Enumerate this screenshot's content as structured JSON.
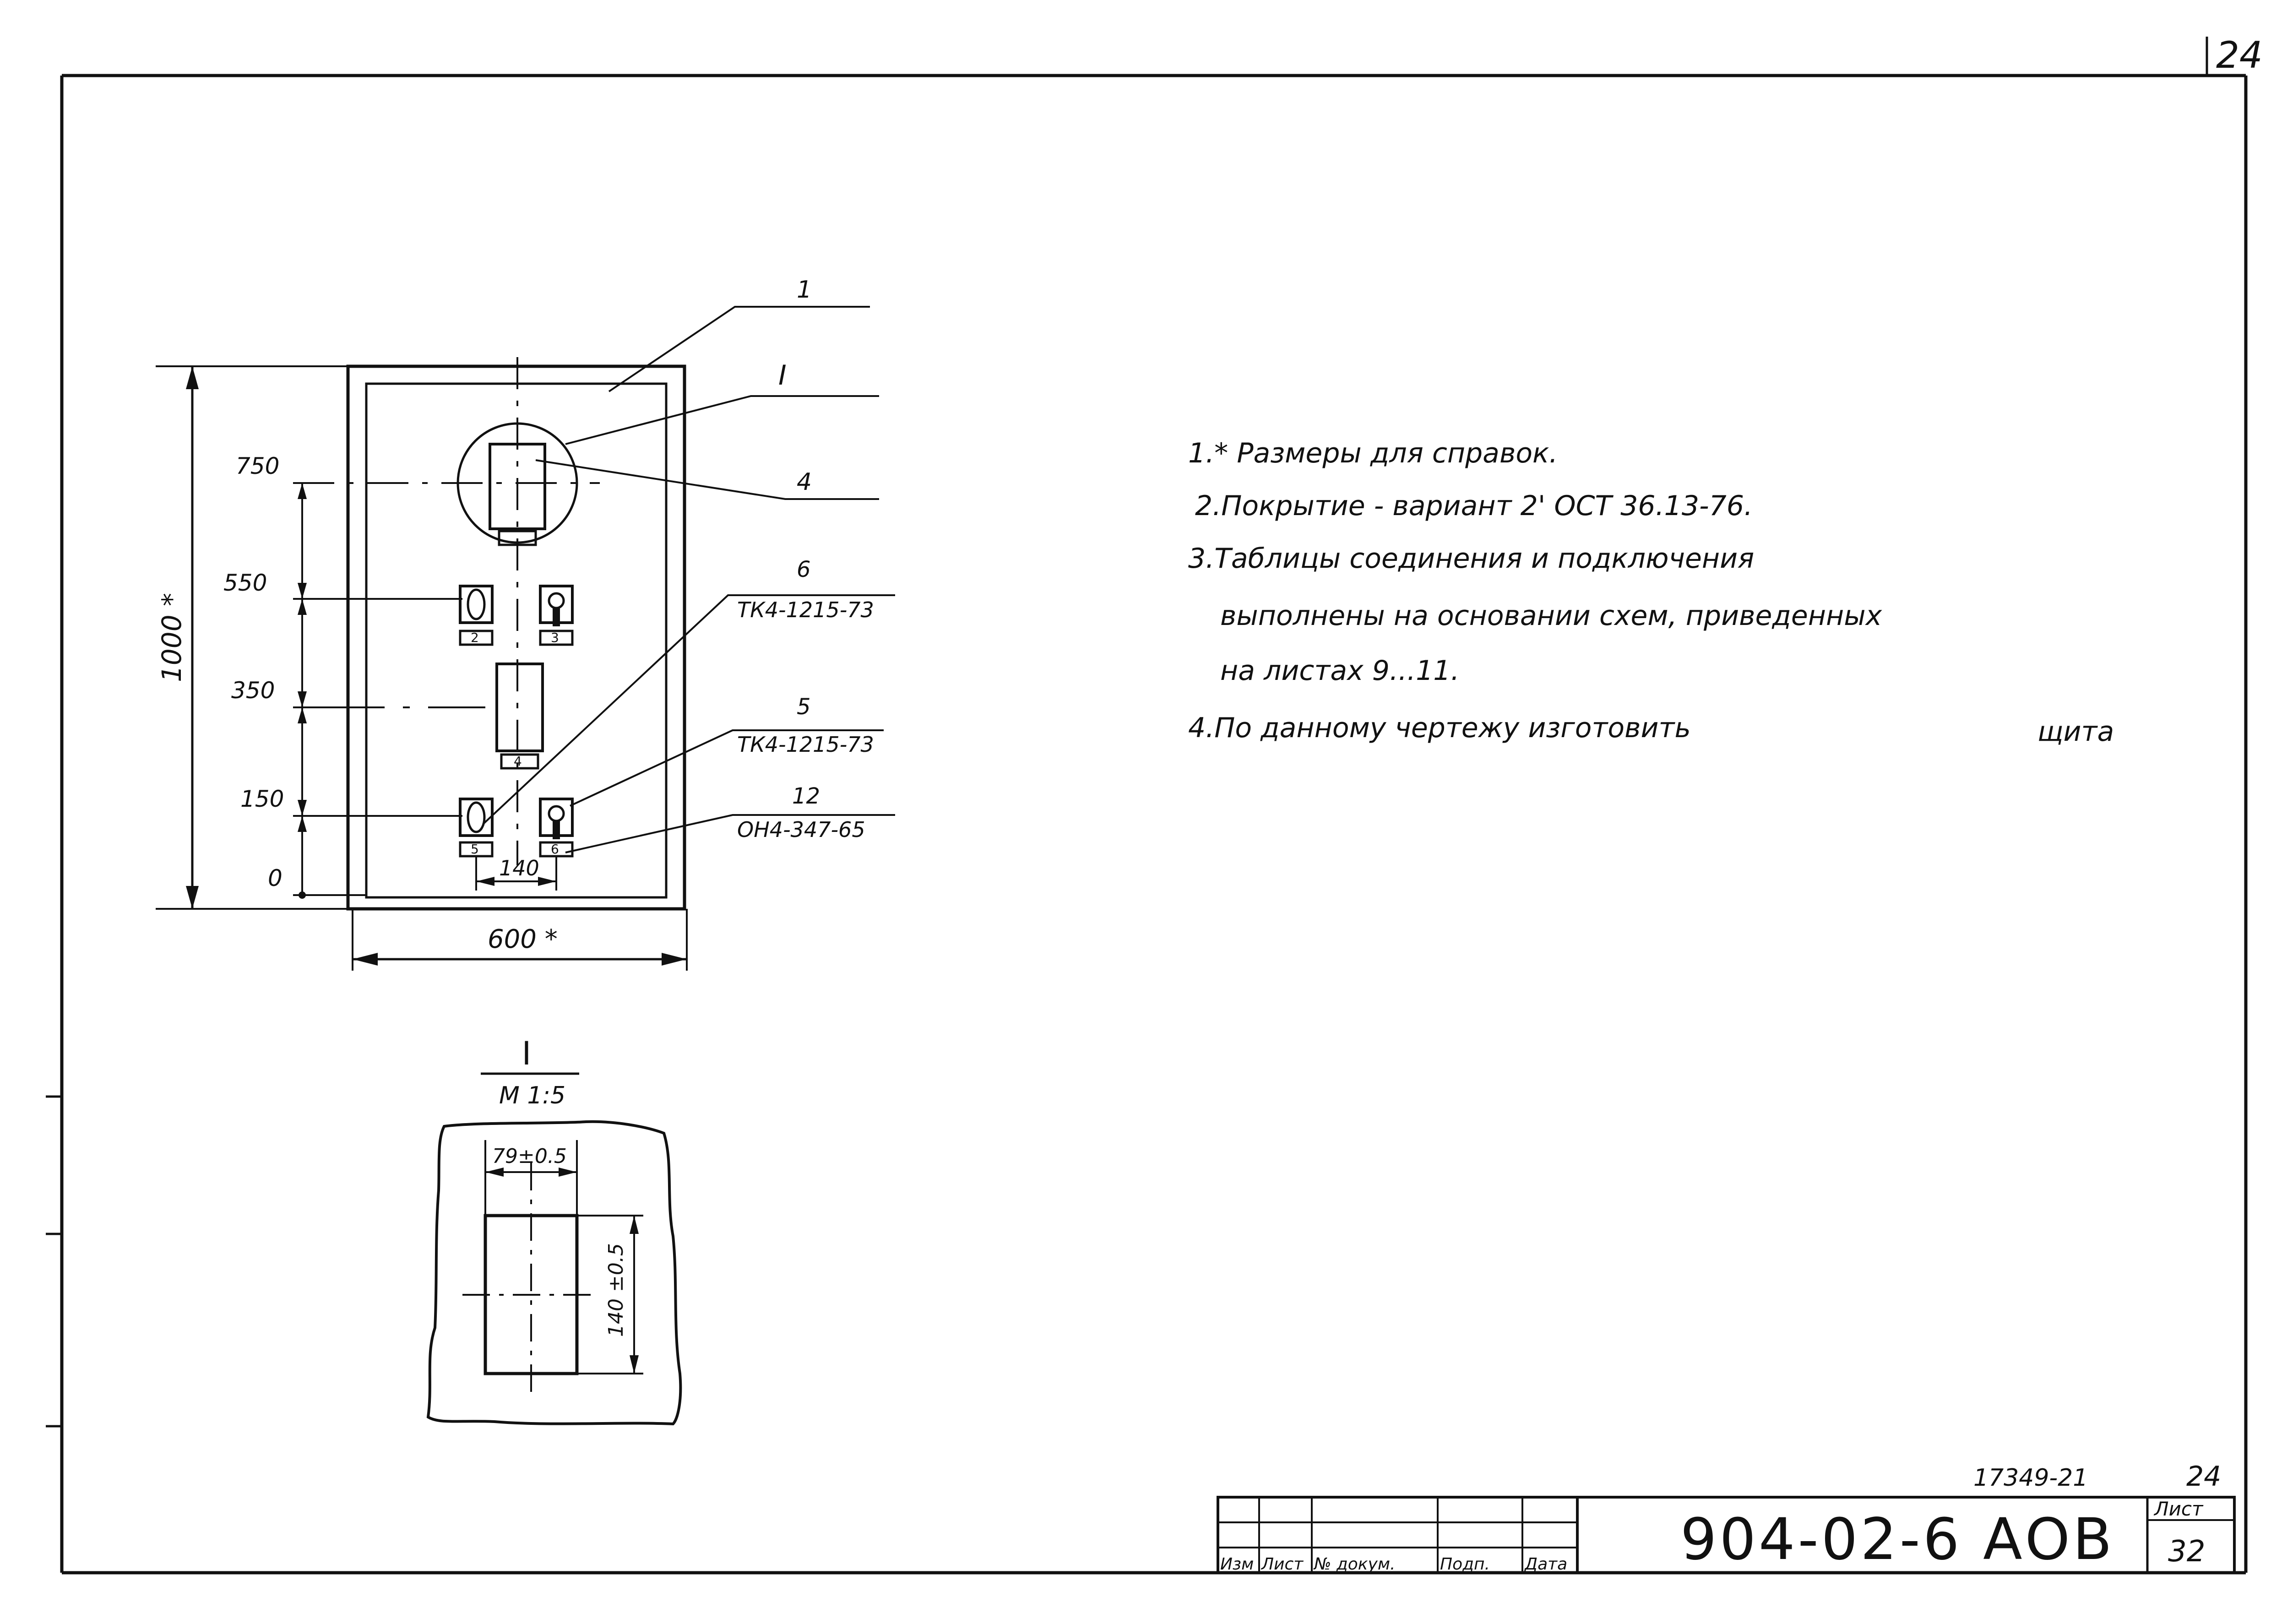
{
  "page_number": "24",
  "drawing": {
    "leaders": {
      "l1": "1",
      "lI": "I",
      "l4": "4",
      "l6": "6",
      "l6_code": "ТК4-1215-73",
      "l5": "5",
      "l5_code": "ТК4-1215-73",
      "l12": "12",
      "l12_code": "ОН4-347-65"
    },
    "levels": [
      "750",
      "550",
      "350",
      "150",
      "0"
    ],
    "dim_height": "1000 *",
    "dim_width": "600 *",
    "dim_spacing": "140",
    "small_labels": [
      "2",
      "3",
      "4",
      "5",
      "6"
    ]
  },
  "detail": {
    "title": "I",
    "scale": "М 1:5",
    "dim_width": "79±0.5",
    "dim_height": "140 ±0.5"
  },
  "notes": [
    "1.* Размеры для справок.",
    "2.Покрытие - вариант 2' ОСТ 36.13-76.",
    "3.Таблицы соединения и подключения",
    "выполнены на основании схем, приведенных",
    "на листах 9...11.",
    "4.По данному чертежу изготовить",
    "щита"
  ],
  "title_block": {
    "columns": [
      "Изм",
      "Лист",
      "№ докум.",
      "Подп.",
      "Дата"
    ],
    "inventory": "17349-21",
    "corner_number": "24",
    "designation": "904-02-6 АОВ",
    "sheet_label": "Лист",
    "sheet_number": "32"
  }
}
